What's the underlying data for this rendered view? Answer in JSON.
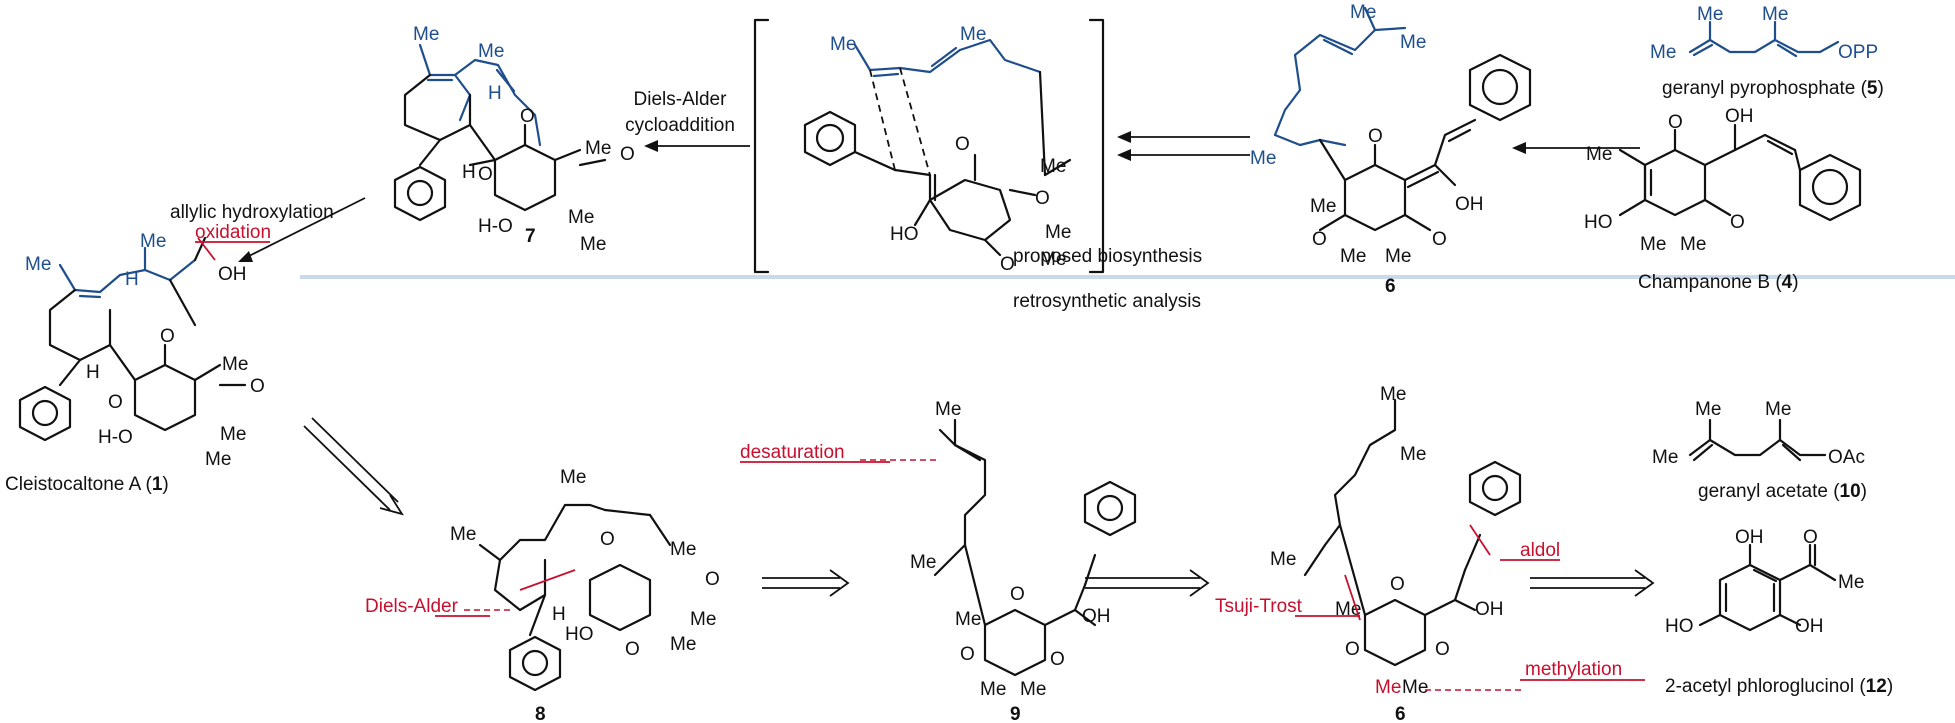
{
  "section_titles": {
    "top": "proposed biosynthesis",
    "bottom": "retrosynthetic analysis"
  },
  "colors": {
    "blue_fragment": "#1f4e8c",
    "red_annotation": "#c8102e",
    "divider": "#c9d9ec"
  },
  "steps": {
    "diels_alder_line1": "Diels-Alder",
    "diels_alder_line2": "cycloaddition",
    "allylic_hydroxylation": "allylic hydroxylation"
  },
  "compounds": {
    "cleistocaltone": {
      "name": "Cleistocaltone A (",
      "num": "1",
      "close": ")"
    },
    "geranyl_pp": {
      "name": "geranyl pyrophosphate (",
      "num": "5",
      "close": ")"
    },
    "champanone": {
      "name": "Champanone B (",
      "num": "4",
      "close": ")"
    },
    "geranyl_acetate": {
      "name": "geranyl acetate (",
      "num": "10",
      "close": ")"
    },
    "acetyl_phloroglucinol": {
      "name": "2-acetyl phloroglucinol (",
      "num": "12",
      "close": ")"
    },
    "c7": "7",
    "c6_top": "6",
    "c8": "8",
    "c9": "9",
    "c6_bottom": "6"
  },
  "annotations": {
    "oxidation": "oxidation",
    "desaturation": "desaturation",
    "diels_alder": "Diels-Alder",
    "tsuji_trost": "Tsuji-Trost",
    "aldol": "aldol",
    "methylation": "methylation"
  },
  "atoms": {
    "me": "Me",
    "oh": "OH",
    "ho": "HO",
    "o": "O",
    "h": "H",
    "opp": "OPP",
    "oac": "OAc",
    "h_o": "H-O"
  }
}
